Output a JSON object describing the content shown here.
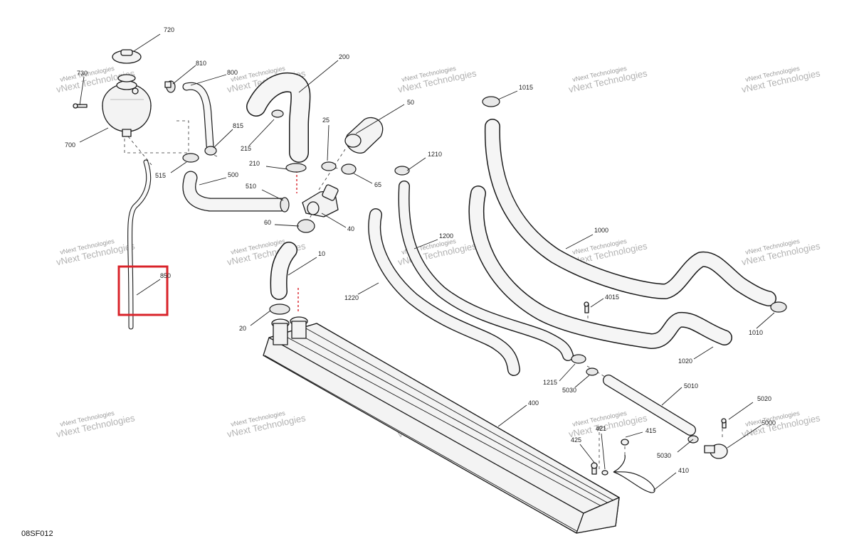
{
  "document_id": "08SF012",
  "watermark": "vNext Technologies",
  "colors": {
    "highlight": "#d9232a",
    "line": "#1a1a1a",
    "fill": "#f3f3f3",
    "watermark": "#9a9a9a"
  },
  "callouts": [
    "720",
    "730",
    "810",
    "800",
    "200",
    "700",
    "815",
    "215",
    "25",
    "50",
    "1015",
    "210",
    "515",
    "500",
    "510",
    "65",
    "1210",
    "60",
    "40",
    "1200",
    "1000",
    "10",
    "850",
    "1220",
    "4015",
    "20",
    "1010",
    "1020",
    "1215",
    "5030",
    "5010",
    "400",
    "5020",
    "5000",
    "425",
    "415",
    "421",
    "5030",
    "410"
  ],
  "highlight_box": {
    "label": "850"
  }
}
